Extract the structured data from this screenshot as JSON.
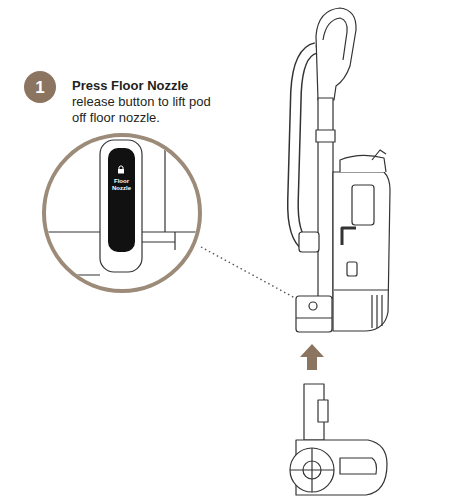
{
  "diagram": {
    "nodes": [
      {
        "text": [
          "1"
        ]
      },
      {
        "text": [
          "Floor Nozzle"
        ]
      }
    ],
    "labels": [
      "Press Floor Nozzle",
      "release button to lift pod off floor nozzle."
    ]
  }
}
